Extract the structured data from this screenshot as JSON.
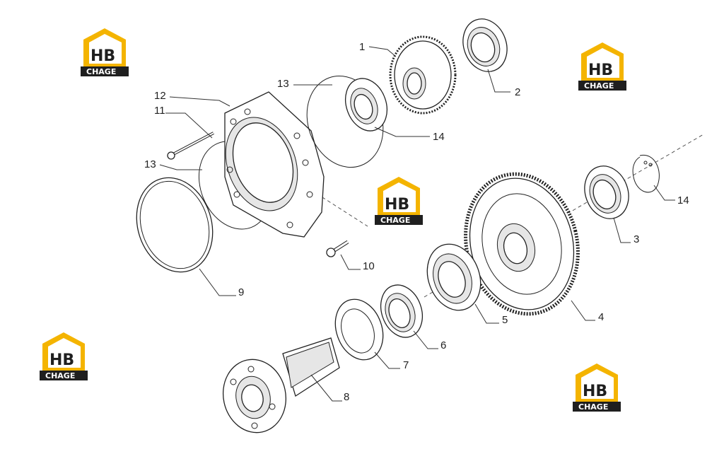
{
  "callouts": {
    "c1": "1",
    "c2": "2",
    "c3": "3",
    "c4": "4",
    "c5": "5",
    "c6": "6",
    "c7": "7",
    "c8": "8",
    "c9": "9",
    "c10": "10",
    "c11": "11",
    "c12": "12",
    "c13a": "13",
    "c13b": "13",
    "c14a": "14",
    "c14b": "14"
  },
  "logo": {
    "mark": "HB",
    "word": "CHAGE",
    "yellow": "#F4B400",
    "dark": "#1f1f1f"
  }
}
